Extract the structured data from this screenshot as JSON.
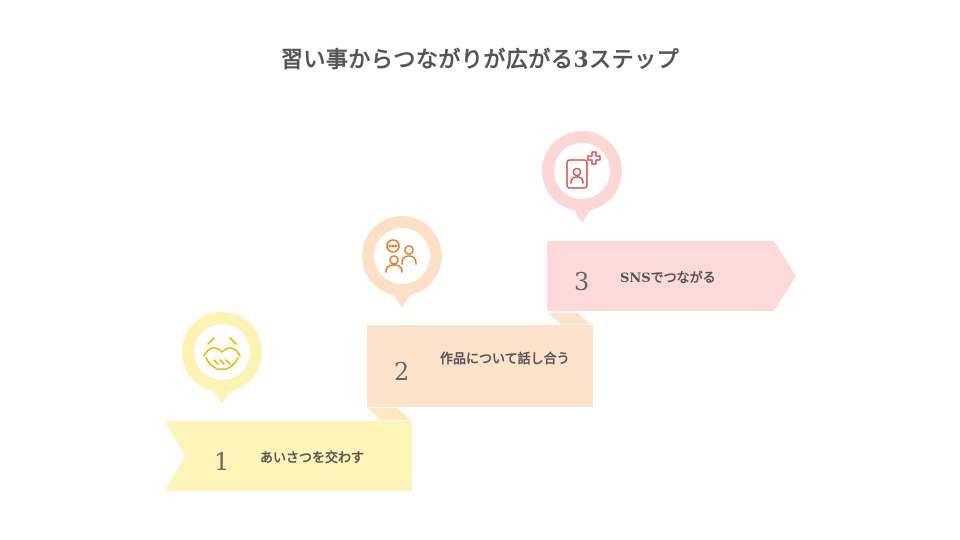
{
  "title": "習い事からつながりが広がる3ステップ",
  "steps": [
    {
      "number": "1",
      "label": "あいさつを交わす",
      "icon": "handshake-icon",
      "color": "#fdf5b8",
      "circle": "#fdf3b2",
      "accent": "#e6b800"
    },
    {
      "number": "2",
      "label": "作品について話し合う",
      "icon": "chat-people-icon",
      "color": "#fde3cc",
      "circle": "#fde0c8",
      "accent": "#e07b2a"
    },
    {
      "number": "3",
      "label": "SNSでつながる",
      "icon": "add-contact-icon",
      "color": "#fddada",
      "circle": "#fdd6d6",
      "accent": "#d9534f"
    }
  ]
}
